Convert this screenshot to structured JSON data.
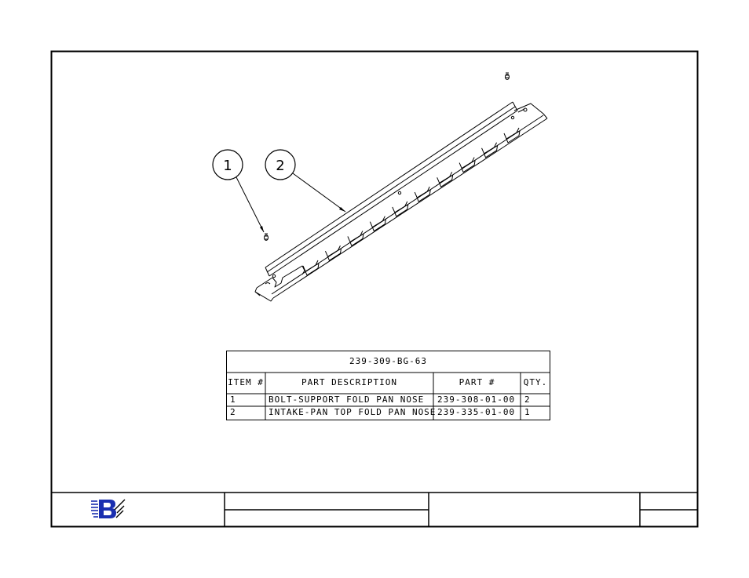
{
  "drawing": {
    "balloons": [
      {
        "label": "1"
      },
      {
        "label": "2"
      }
    ]
  },
  "bom": {
    "title": "239-309-BG-63",
    "headers": {
      "item": "ITEM #",
      "description": "PART DESCRIPTION",
      "part": "PART #",
      "qty": "QTY."
    },
    "rows": [
      {
        "item": "1",
        "description": "BOLT-SUPPORT FOLD PAN NOSE",
        "part": "239-308-01-00",
        "qty": "2"
      },
      {
        "item": "2",
        "description": "INTAKE-PAN TOP FOLD PAN NOSE",
        "part": "239-335-01-00",
        "qty": "1"
      }
    ]
  },
  "title_block": {
    "logo": {
      "letter": "B",
      "colors": {
        "primary": "#1a2fb0",
        "accent": "#000000"
      }
    }
  }
}
